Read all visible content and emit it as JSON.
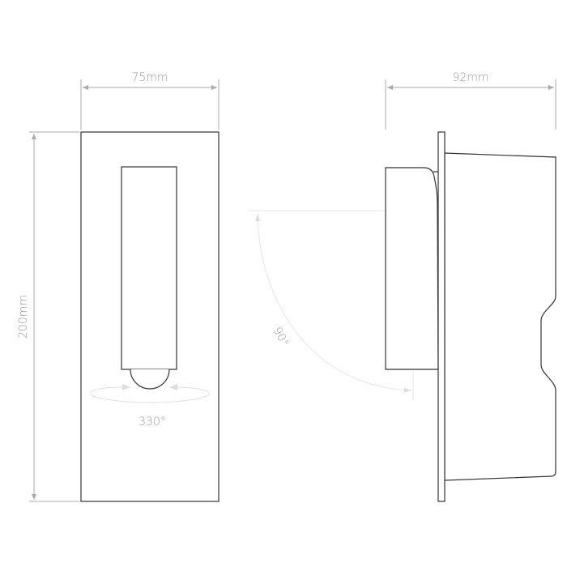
{
  "dimensions": {
    "front_width": "75mm",
    "height": "200mm",
    "side_depth": "92mm"
  },
  "annotations": {
    "rotation_angle": "330°",
    "tilt_angle": "90°"
  },
  "colors": {
    "outline": "#333333",
    "dimension": "#aaaaaa",
    "guide": "#e4e4e4"
  }
}
